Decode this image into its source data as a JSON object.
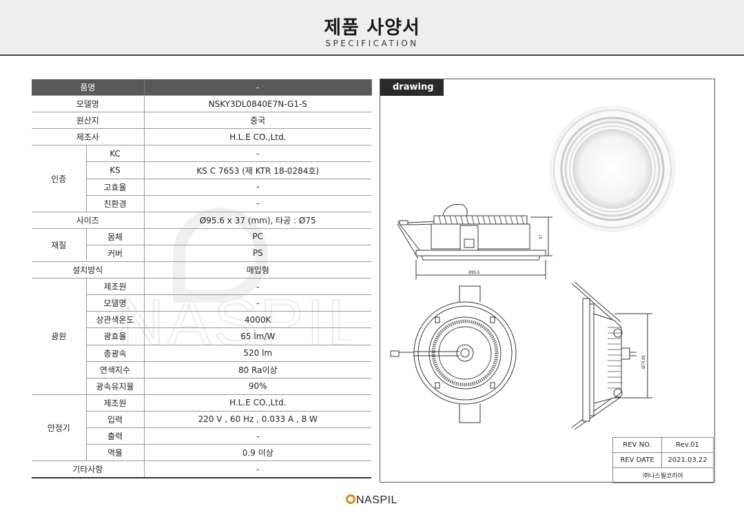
{
  "header": {
    "title": "제품 사양서",
    "subtitle": "SPECIFICATION"
  },
  "spec_rows": [
    {
      "label": "품명",
      "sub": "",
      "value": "-",
      "head": true
    },
    {
      "label": "모델명",
      "sub": "",
      "value": "NSKY3DL0840E7N-G1-S"
    },
    {
      "label": "원산지",
      "sub": "",
      "value": "중국"
    },
    {
      "label": "제조사",
      "sub": "",
      "value": "H.L.E CO.,Ltd."
    },
    {
      "label": "인증",
      "sub": "KC",
      "value": "-"
    },
    {
      "label": "",
      "sub": "KS",
      "value": "KS C 7653 (제 KTR 18-0284호)"
    },
    {
      "label": "",
      "sub": "고효율",
      "value": "-"
    },
    {
      "label": "",
      "sub": "친환경",
      "value": "-"
    },
    {
      "label": "사이즈",
      "sub": "",
      "value": "Ø95.6 x 37 (mm), 타공 : Ø75"
    },
    {
      "label": "재질",
      "sub": "몸체",
      "value": "PC"
    },
    {
      "label": "",
      "sub": "커버",
      "value": "PS"
    },
    {
      "label": "설치방식",
      "sub": "",
      "value": "매입형"
    },
    {
      "label": "광원",
      "sub": "제조원",
      "value": "-"
    },
    {
      "label": "",
      "sub": "모델명",
      "value": "-"
    },
    {
      "label": "",
      "sub": "상관색온도",
      "value": "4000K"
    },
    {
      "label": "",
      "sub": "광효율",
      "value": "65 lm/W"
    },
    {
      "label": "",
      "sub": "총광속",
      "value": "520 lm"
    },
    {
      "label": "",
      "sub": "연색지수",
      "value": "80 Ra이상"
    },
    {
      "label": "",
      "sub": "광속유지율",
      "value": "90%"
    },
    {
      "label": "안정기",
      "sub": "제조원",
      "value": "H.L.E CO.,Ltd."
    },
    {
      "label": "",
      "sub": "입력",
      "value": "220 V , 60 Hz , 0.033 A , 8 W"
    },
    {
      "label": "",
      "sub": "출력",
      "value": "-"
    },
    {
      "label": "",
      "sub": "역율",
      "value": "0.9 이상"
    },
    {
      "label": "기타사항",
      "sub": "",
      "value": "-"
    }
  ],
  "drawing": {
    "label": "drawing",
    "dim_width": "Ø95.6",
    "dim_height": "37",
    "dim_side": "Ø74.85"
  },
  "revision": {
    "rev_no_label": "REV NO.",
    "rev_no_value": "Rev.01",
    "rev_date_label": "REV DATE",
    "rev_date_value": "2021.03.22",
    "company": "㈜나스필코리아"
  },
  "footer": {
    "logo_text": "NASPIL",
    "watermark_text": "NASPIL"
  }
}
